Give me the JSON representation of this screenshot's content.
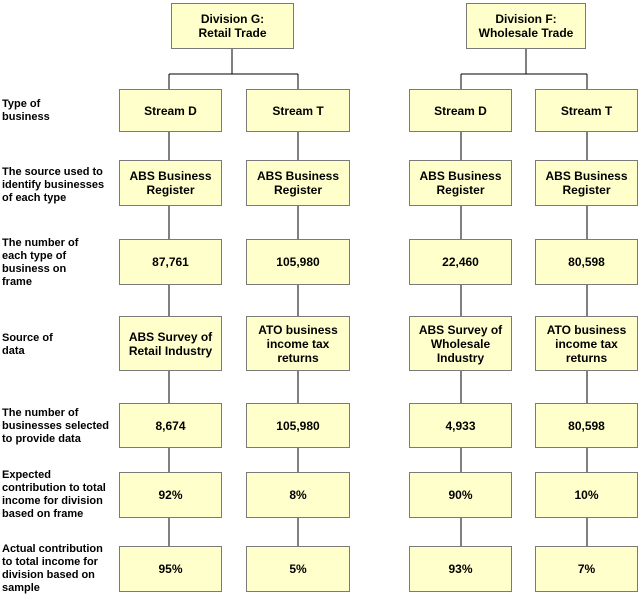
{
  "divisions": {
    "g": {
      "title": "Division G:\nRetail Trade"
    },
    "f": {
      "title": "Division F:\nWholesale Trade"
    }
  },
  "row_labels": {
    "type": "Type of\nbusiness",
    "source": "The source used to\nidentify businesses\nof each type",
    "number": "The number of\neach type of\nbusiness on\nframe",
    "data_source": "Source of\ndata",
    "selected": "The number of\nbusinesses selected\nto provide data",
    "expected": "Expected\ncontribution to total\nincome for division\nbased on frame",
    "actual": "Actual contribution\nto total income for\ndivision based on\nsample"
  },
  "columns": {
    "g_d": {
      "type": "Stream D",
      "source": "ABS Business\nRegister",
      "number": "87,761",
      "data_source": "ABS Survey of\nRetail Industry",
      "selected": "8,674",
      "expected": "92%",
      "actual": "95%"
    },
    "g_t": {
      "type": "Stream T",
      "source": "ABS Business\nRegister",
      "number": "105,980",
      "data_source": "ATO business\nincome tax\nreturns",
      "selected": "105,980",
      "expected": "8%",
      "actual": "5%"
    },
    "f_d": {
      "type": "Stream D",
      "source": "ABS Business\nRegister",
      "number": "22,460",
      "data_source": "ABS Survey of\nWholesale\nIndustry",
      "selected": "4,933",
      "expected": "90%",
      "actual": "93%"
    },
    "f_t": {
      "type": "Stream T",
      "source": "ABS Business\nRegister",
      "number": "80,598",
      "data_source": "ATO business\nincome tax\nreturns",
      "selected": "80,598",
      "expected": "10%",
      "actual": "7%"
    }
  },
  "colors": {
    "box_fill": "#ffffcc",
    "box_border": "#7a7a7a",
    "line": "#000000"
  }
}
